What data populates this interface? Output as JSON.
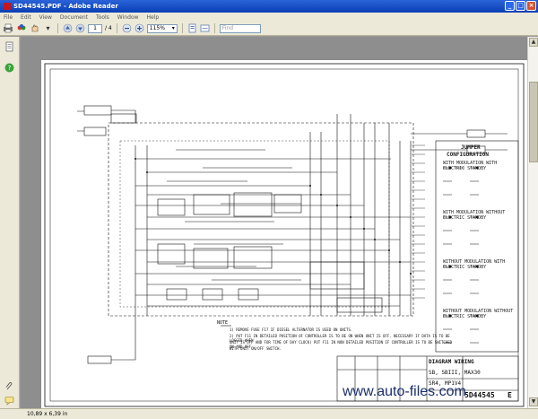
{
  "window": {
    "title": "SD44545.PDF - Adobe Reader"
  },
  "menu": [
    "File",
    "Edit",
    "View",
    "Document",
    "Tools",
    "Window",
    "Help"
  ],
  "toolbar": {
    "page_current": "1",
    "page_total": "/ 4",
    "zoom": "115%",
    "find_placeholder": "Find"
  },
  "status": {
    "page_size": "10,89 x 6,39 in"
  },
  "drawing": {
    "jumper_title": "JUMPER",
    "jumper_subtitle": "CONFIGURATION",
    "sections": [
      "WITH MODULATION WITH ELECTRIC STANDBY",
      "WITH MODULATION WITHOUT ELECTRIC STANDBY",
      "WITHOUT MODULATION WITH ELECTRIC STANDBY",
      "WITHOUT MODULATION WITHOUT ELECTRIC STANDBY"
    ],
    "diagram_title_1": "DIAGRAM WIRING",
    "diagram_title_2": "SB, SBIII, MAX30",
    "diagram_title_3": "SR4, MP1V4",
    "drawing_number": "5D44545",
    "revision": "E",
    "note_label": "NOTE",
    "note_lines": [
      "1) REMOVE FUSE F17 IF DIESEL ALTERNATOR IS USED ON UNITS.",
      "2) PUT F11 IN DETAILED POSITION OF CONTROLLER IS TO BE ON WHEN UNIT IS OFF. NECESSARY IF DATA IS TO BE LOGGED WHEN",
      "UNIT IS OFF AND FOR TIME OF DAY CLOCK) PUT F11 IN NON DETAILED POSITION IF CONTROLLER IS TO BE SWITCHED ON AND OFF",
      "WITH UNIT ON/OFF SWITCH."
    ]
  },
  "watermark": "www.auto-files.com",
  "colors": {
    "titlebar": "#0a3fb4",
    "chrome": "#ece9d8",
    "canvas": "#8e8e8e"
  }
}
